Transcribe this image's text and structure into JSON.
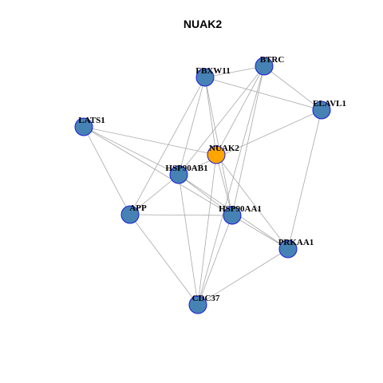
{
  "title": "NUAK2",
  "colors": {
    "node_default": "#4682b4",
    "node_center": "#ffa500",
    "node_border": "#1a1adc",
    "edge": "#a9a9a9"
  },
  "nodes": [
    {
      "id": "NUAK2",
      "label": "NUAK2",
      "center": true
    },
    {
      "id": "BTRC",
      "label": "BTRC"
    },
    {
      "id": "FBXW11",
      "label": "FBXW11"
    },
    {
      "id": "ELAVL1",
      "label": "ELAVL1"
    },
    {
      "id": "LATS1",
      "label": "LATS1"
    },
    {
      "id": "HSP90AB1",
      "label": "HSP90AB1"
    },
    {
      "id": "APP",
      "label": "APP"
    },
    {
      "id": "HSP90AA1",
      "label": "HSP90AA1"
    },
    {
      "id": "PRKAA1",
      "label": "PRKAA1"
    },
    {
      "id": "CDC37",
      "label": "CDC37"
    }
  ],
  "edges": [
    [
      "FBXW11",
      "BTRC"
    ],
    [
      "FBXW11",
      "ELAVL1"
    ],
    [
      "FBXW11",
      "NUAK2"
    ],
    [
      "FBXW11",
      "HSP90AB1"
    ],
    [
      "FBXW11",
      "HSP90AA1"
    ],
    [
      "FBXW11",
      "APP"
    ],
    [
      "BTRC",
      "ELAVL1"
    ],
    [
      "BTRC",
      "NUAK2"
    ],
    [
      "BTRC",
      "HSP90AB1"
    ],
    [
      "BTRC",
      "HSP90AA1"
    ],
    [
      "BTRC",
      "CDC37"
    ],
    [
      "ELAVL1",
      "HSP90AB1"
    ],
    [
      "ELAVL1",
      "PRKAA1"
    ],
    [
      "LATS1",
      "NUAK2"
    ],
    [
      "LATS1",
      "HSP90AB1"
    ],
    [
      "LATS1",
      "APP"
    ],
    [
      "LATS1",
      "HSP90AA1"
    ],
    [
      "NUAK2",
      "HSP90AA1"
    ],
    [
      "NUAK2",
      "PRKAA1"
    ],
    [
      "NUAK2",
      "CDC37"
    ],
    [
      "HSP90AB1",
      "APP"
    ],
    [
      "HSP90AB1",
      "HSP90AA1"
    ],
    [
      "HSP90AB1",
      "PRKAA1"
    ],
    [
      "HSP90AB1",
      "CDC37"
    ],
    [
      "APP",
      "HSP90AA1"
    ],
    [
      "APP",
      "CDC37"
    ],
    [
      "HSP90AA1",
      "PRKAA1"
    ],
    [
      "HSP90AA1",
      "CDC37"
    ],
    [
      "PRKAA1",
      "CDC37"
    ]
  ]
}
